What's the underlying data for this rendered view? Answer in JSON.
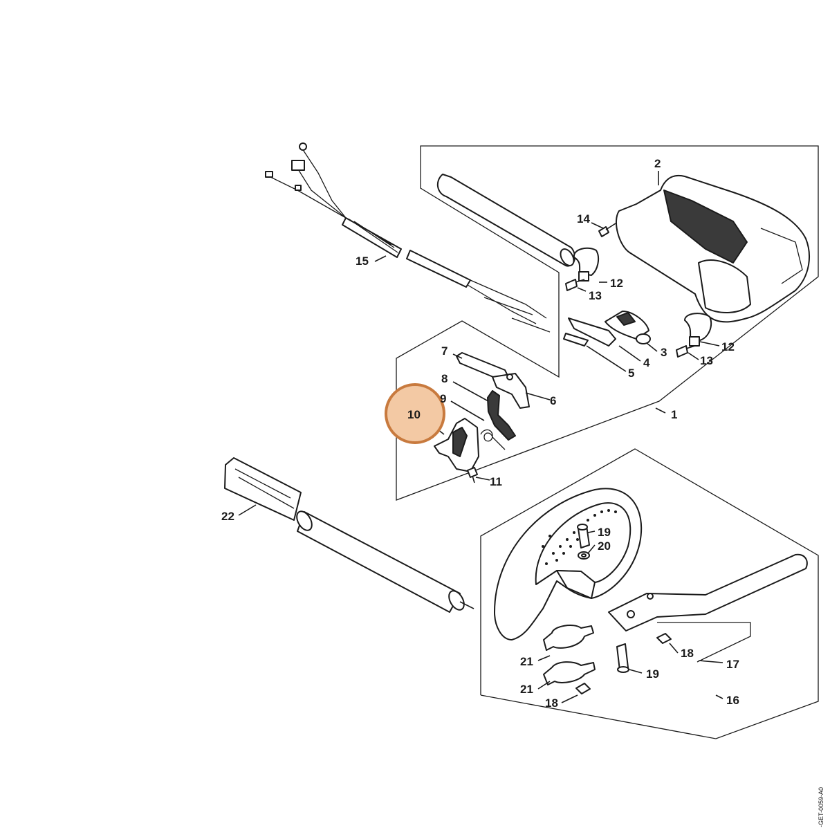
{
  "highlight": {
    "label": "10",
    "fill": "#f3c9a4",
    "stroke": "#c87a3e"
  },
  "labels": {
    "l1": "1",
    "l2": "2",
    "l3": "3",
    "l4": "4",
    "l5": "5",
    "l6": "6",
    "l7": "7",
    "l8": "8",
    "l9": "9",
    "l11": "11",
    "l12a": "12",
    "l12b": "12",
    "l13a": "13",
    "l13b": "13",
    "l14": "14",
    "l15": "15",
    "l16": "16",
    "l17": "17",
    "l18a": "18",
    "l18b": "18",
    "l19a": "19",
    "l19b": "19",
    "l20": "20",
    "l21a": "21",
    "l21b": "21",
    "l22": "22"
  },
  "drawing_code": "-GET-0059-A0"
}
